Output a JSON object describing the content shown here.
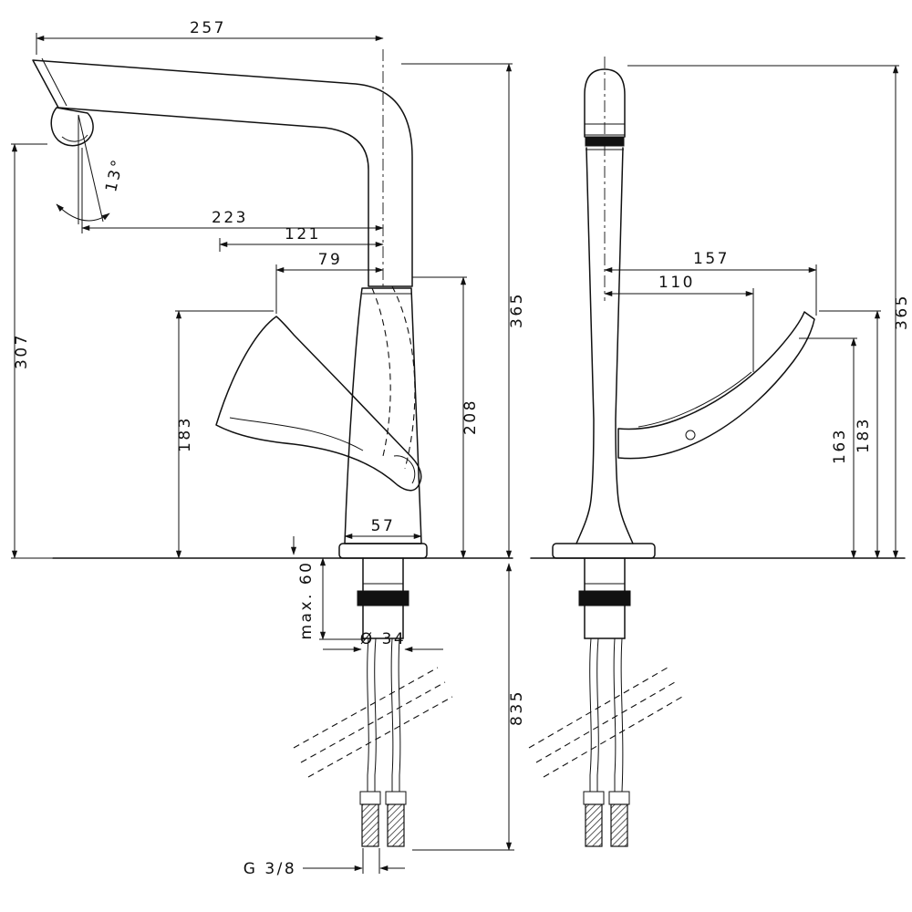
{
  "drawing": {
    "type": "technical dimensional drawing",
    "subject": "single-lever kitchen mixer tap, side view and front view",
    "units": "mm",
    "side_view": {
      "dims": {
        "spout_reach": "257",
        "spout_angle": "13°",
        "outlet_to_axis": "223",
        "dim_121": "121",
        "dim_79": "79",
        "total_height": "365",
        "outlet_height": "307",
        "handle_height": "183",
        "spout_height": "208",
        "base_width": "57",
        "max_deck": "max. 60",
        "hole_diameter": "Ø 34",
        "hose_length": "835",
        "thread": "G 3/8"
      }
    },
    "front_view": {
      "dims": {
        "dim_157": "157",
        "dim_110": "110",
        "total_height": "365",
        "dim_163": "163",
        "dim_183": "183"
      }
    }
  }
}
